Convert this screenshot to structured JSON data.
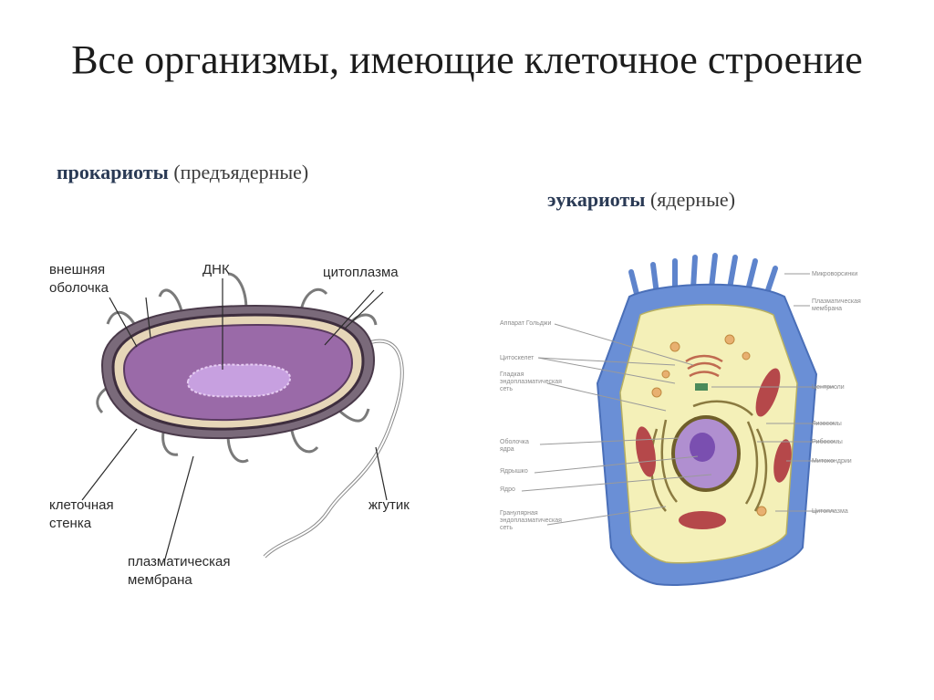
{
  "slide": {
    "title": "Все организмы, имеющие клеточное строение"
  },
  "prokaryotes": {
    "name": "прокариоты",
    "note": "(предъядерные)",
    "labels": {
      "outer_shell": [
        "внешняя",
        "оболочка"
      ],
      "dna": "ДНК",
      "cytoplasm": "цитоплазма",
      "cell_wall": [
        "клеточная",
        "стенка"
      ],
      "flagellum": "жгутик",
      "plasma_membrane": [
        "плазматическая",
        "мембрана"
      ]
    }
  },
  "eukaryotes": {
    "name": "эукариоты",
    "note": "(ядерные)",
    "labels_left": [
      [
        "Аппарат Гольджи"
      ],
      [
        "Цитоскелет"
      ],
      [
        "Гладкая",
        "эндоплазматическая",
        "сеть"
      ],
      [
        "Оболочка",
        "ядра"
      ],
      [
        "Ядрышко"
      ],
      [
        "Ядро"
      ],
      [
        "Гранулярная",
        "эндоплазматическая",
        "сеть"
      ]
    ],
    "labels_right": [
      [
        "Микроворсинки"
      ],
      [
        "Плазматическая",
        "мембрана"
      ],
      [
        "Центриоли"
      ],
      [
        "Лизосомы"
      ],
      [
        "Рибосомы"
      ],
      [
        "Митохондрии"
      ],
      [
        "Цитоплазма"
      ]
    ]
  },
  "colors": {
    "prokaryote_cytoplasm": "#9a6aa8",
    "prokaryote_wall": "#6e5a6e",
    "dna": "#c7a0e0",
    "eukaryote_membrane": "#6a8fd6",
    "eukaryote_cytoplasm": "#f4f0b8",
    "nucleus": "#b08fd0",
    "mitochondria": "#b5484a"
  }
}
